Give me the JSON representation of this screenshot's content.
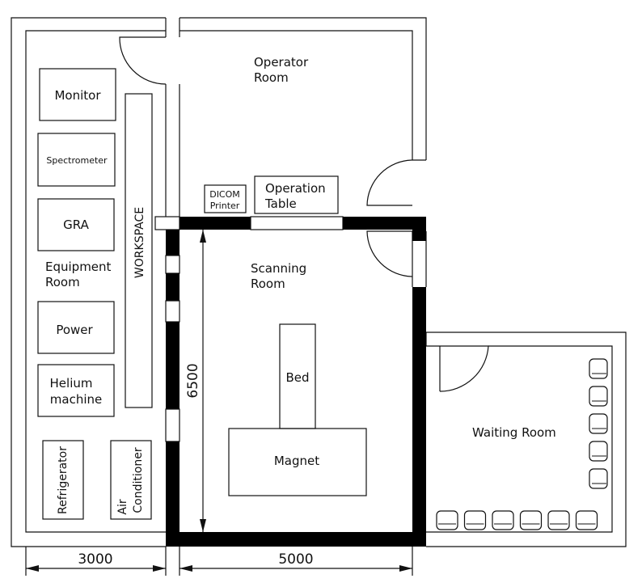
{
  "rooms": {
    "operator": [
      "Operator",
      "Room"
    ],
    "scanning": [
      "Scanning",
      "Room"
    ],
    "equipment": [
      "Equipment",
      "Room"
    ],
    "waiting": "Waiting Room"
  },
  "equipment": {
    "monitor": "Monitor",
    "spectrometer": "Spectrometer",
    "gra": "GRA",
    "power": "Power",
    "helium": [
      "Helium",
      "machine"
    ],
    "refrigerator": "Refrigerator",
    "air_conditioner": [
      "Air",
      "Conditioner"
    ],
    "workspace": "WORKSPACE"
  },
  "operator_items": {
    "dicom": [
      "DICOM",
      "Printer"
    ],
    "operation_table": [
      "Operation",
      "Table"
    ]
  },
  "scanner": {
    "bed": "Bed",
    "magnet": "Magnet"
  },
  "dimensions": {
    "left_width": "3000",
    "right_width": "5000",
    "scan_height": "6500"
  },
  "seats": {
    "vertical_count": 5,
    "bottom_count": 6
  }
}
